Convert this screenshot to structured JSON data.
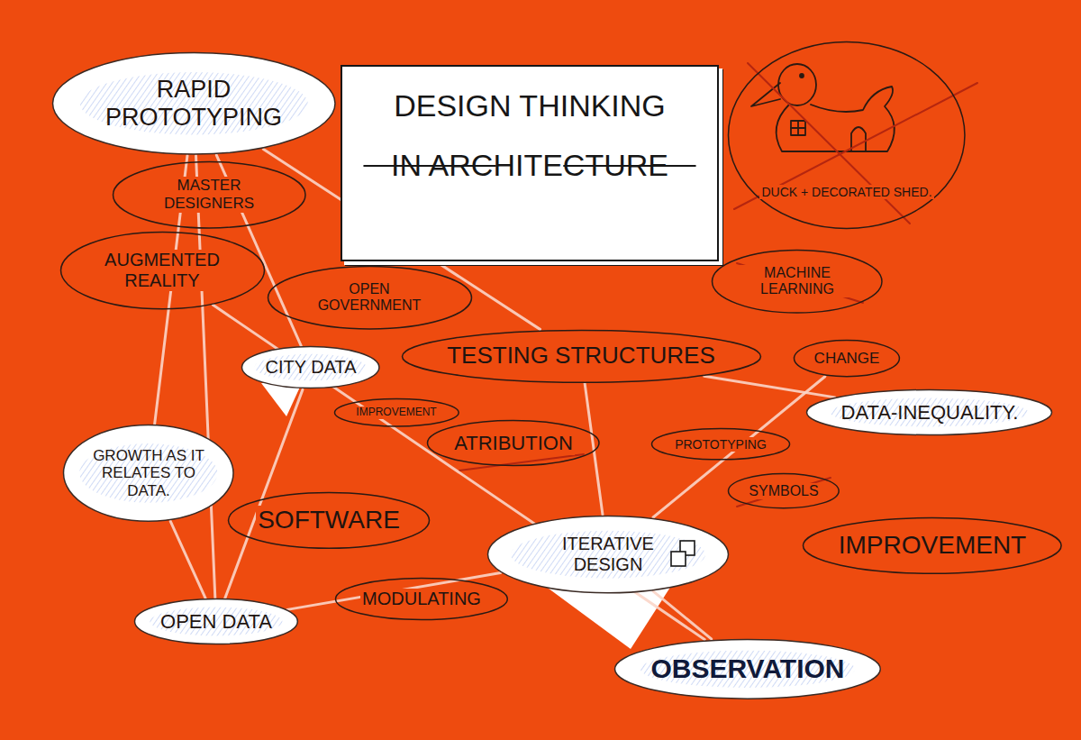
{
  "diagram": {
    "title": "DESIGN THINKING IN ARCHITECTURE",
    "nodes": [
      {
        "text": [
          "RAPID PROTOTYPING"
        ]
      },
      {
        "text": [
          "DUCK + DECORATED SHED."
        ]
      },
      {
        "text": [
          "MASTER DESIGNERS"
        ]
      },
      {
        "text": [
          "AUGMENTED REALITY"
        ]
      },
      {
        "text": [
          "MACHINE LEARNING"
        ]
      },
      {
        "text": [
          "OPEN GOVERNMENT"
        ]
      },
      {
        "text": [
          "TESTING STRUCTURES"
        ]
      },
      {
        "text": [
          "CHANGE"
        ]
      },
      {
        "text": [
          "CITY DATA"
        ]
      },
      {
        "text": [
          "DATA-INEQUALITY."
        ]
      },
      {
        "text": [
          "IMPROVEMENT"
        ]
      },
      {
        "text": [
          "ATRIBUTION"
        ]
      },
      {
        "text": [
          "PROTOTYPING"
        ]
      },
      {
        "text": [
          "GROWTH AS IT RELATES TO DATA."
        ]
      },
      {
        "text": [
          "SYMBOLS"
        ]
      },
      {
        "text": [
          "SOFTWARE"
        ]
      },
      {
        "text": [
          "ITERATIVE DESIGN"
        ]
      },
      {
        "text": [
          "IMPROVEMENT"
        ]
      },
      {
        "text": [
          "MODULATING"
        ]
      },
      {
        "text": [
          "OPEN DATA"
        ]
      },
      {
        "text": [
          "OBSERVATION"
        ]
      }
    ],
    "edges": [
      {
        "from": 0,
        "to": 8,
        "arrow": "none"
      },
      {
        "from": 0,
        "to": 6,
        "arrow": "none"
      },
      {
        "from": 0,
        "to": 13,
        "arrow": "none"
      },
      {
        "from": 0,
        "to": 19,
        "arrow": "none"
      },
      {
        "from": 3,
        "to": 20,
        "arrow": "none"
      },
      {
        "from": 8,
        "to": 19,
        "arrow": "none"
      },
      {
        "from": 13,
        "to": 19,
        "arrow": "none"
      },
      {
        "from": 19,
        "to": 16,
        "arrow": "none"
      },
      {
        "from": 6,
        "to": 9,
        "arrow": "none"
      },
      {
        "from": 6,
        "to": 16,
        "arrow": "none"
      },
      {
        "from": 16,
        "to": 7,
        "arrow": "none"
      },
      {
        "from": 16,
        "to": 20,
        "arrow": "none"
      }
    ]
  }
}
